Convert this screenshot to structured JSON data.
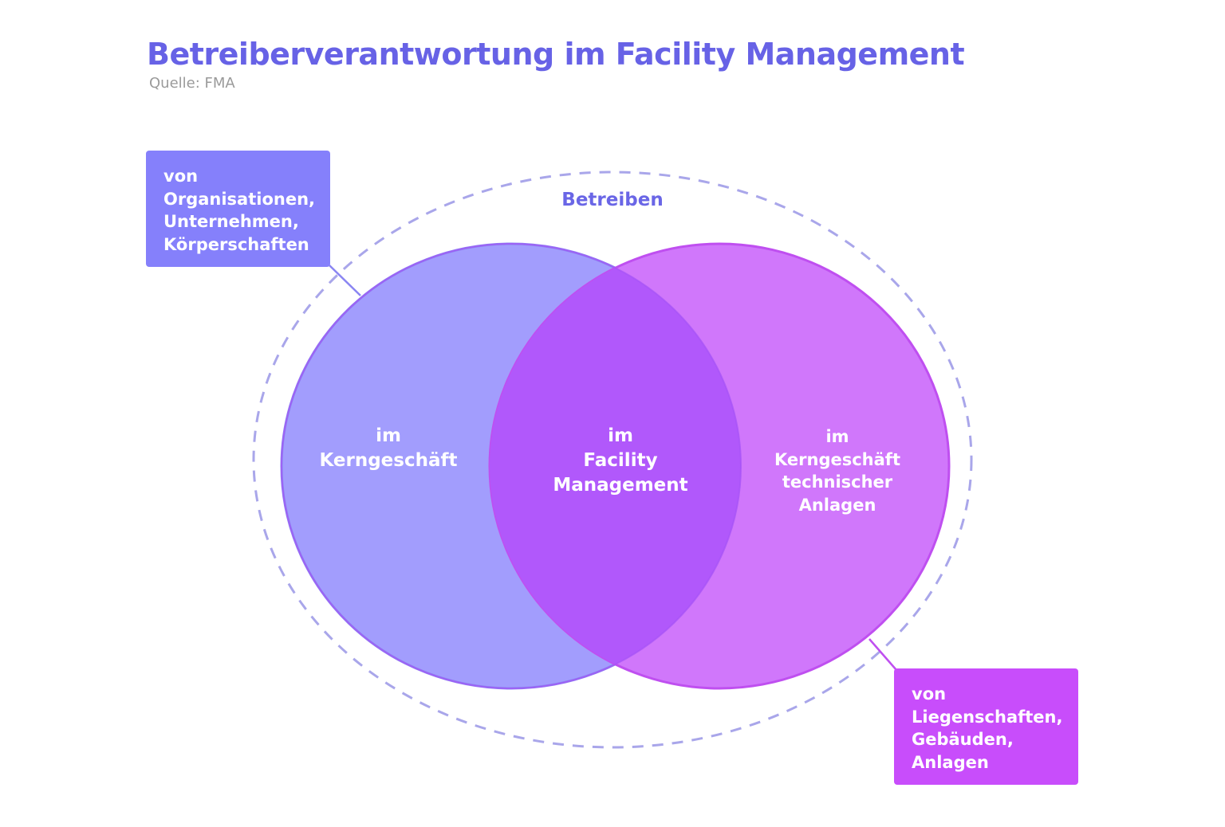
{
  "title": "Betreiberverantwortung im Facility Management",
  "source": "Quelle: FMA",
  "outer_label": "Betreiben",
  "callouts": {
    "left": {
      "lines": [
        "von",
        "Organisationen,",
        "Unternehmen,",
        "Körperschaften"
      ]
    },
    "right": {
      "lines": [
        "von",
        "Liegenschaften,",
        "Gebäuden,",
        "Anlagen"
      ]
    }
  },
  "circles": {
    "left": {
      "lines": [
        "im",
        "Kerngeschäft"
      ]
    },
    "center": {
      "lines": [
        "im",
        "Facility",
        "Management"
      ]
    },
    "right": {
      "lines": [
        "im",
        "Kerngeschäft",
        "technischer",
        "Anlagen"
      ]
    }
  },
  "colors": {
    "title": "#6762e6",
    "outer_dash": "#a9a6ea",
    "left_fill": "#a29dfd",
    "left_stroke": "#8a85f2",
    "right_fill": "#d077fb",
    "right_stroke": "#bf4ff0",
    "overlap_fill": "#b158fb",
    "callout_left": "#8580fb",
    "callout_right": "#c84dfb"
  }
}
